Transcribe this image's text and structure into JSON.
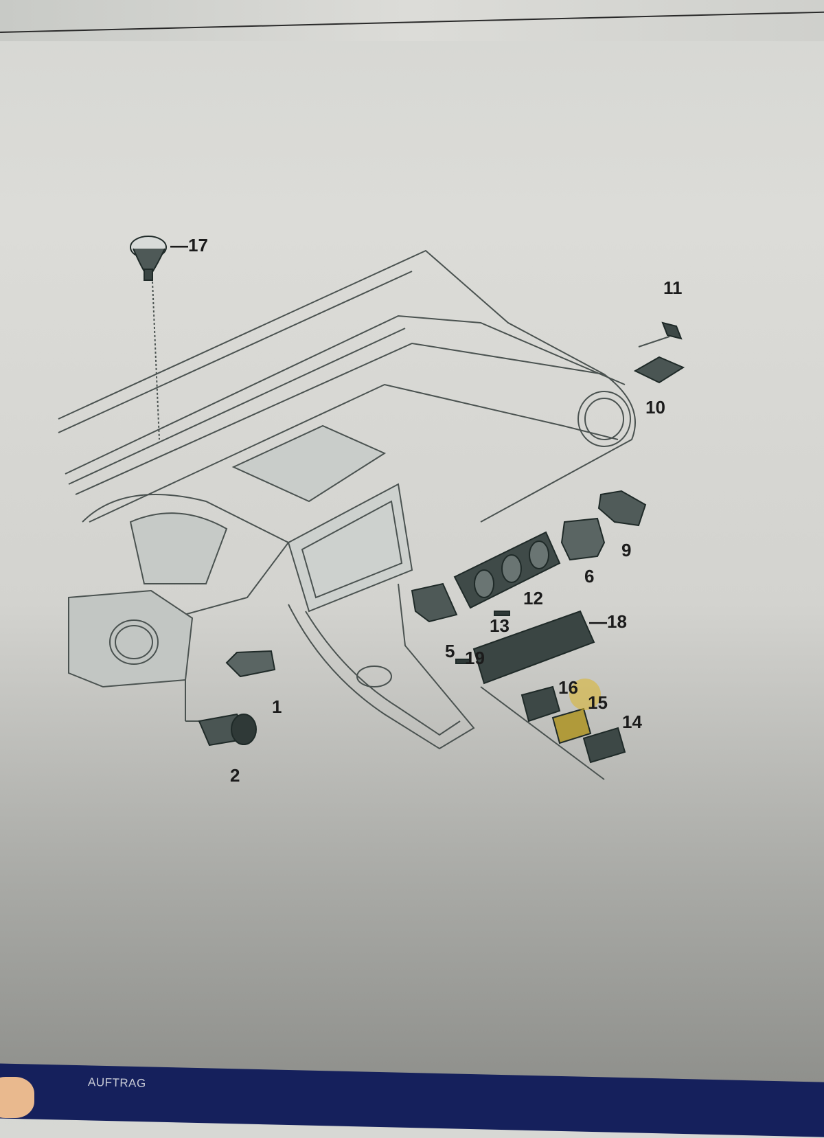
{
  "diagram": {
    "title": "",
    "highlighted_part": "15",
    "highlight_color": "#dab428",
    "callouts": [
      {
        "id": "17",
        "label": "—17"
      },
      {
        "id": "11",
        "label": "11"
      },
      {
        "id": "10",
        "label": "10"
      },
      {
        "id": "9",
        "label": "9"
      },
      {
        "id": "6",
        "label": "6"
      },
      {
        "id": "12",
        "label": "12"
      },
      {
        "id": "13",
        "label": "13"
      },
      {
        "id": "18",
        "label": "—18"
      },
      {
        "id": "5",
        "label": "5"
      },
      {
        "id": "19",
        "label": "19"
      },
      {
        "id": "16",
        "label": "16"
      },
      {
        "id": "15",
        "label": "15"
      },
      {
        "id": "14",
        "label": "14"
      },
      {
        "id": "1",
        "label": "1"
      },
      {
        "id": "2",
        "label": "2"
      }
    ]
  },
  "bottom_bar": {
    "label": "AUFTRAG"
  }
}
